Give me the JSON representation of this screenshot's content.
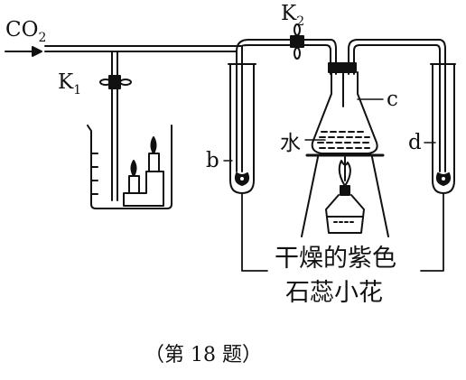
{
  "figure": {
    "gas_label": "CO",
    "gas_sub": "2",
    "valve1_label": "K",
    "valve1_sub": "1",
    "valve2_label": "K",
    "valve2_sub": "2",
    "tube_b_label": "b",
    "flask_c_label": "c",
    "tube_d_label": "d",
    "water_label": "水",
    "flower_line1": "干燥的紫色",
    "flower_line2": "石蕊小花",
    "caption": "（第 18 题）"
  },
  "colors": {
    "ink": "#111111",
    "background": "#ffffff"
  }
}
